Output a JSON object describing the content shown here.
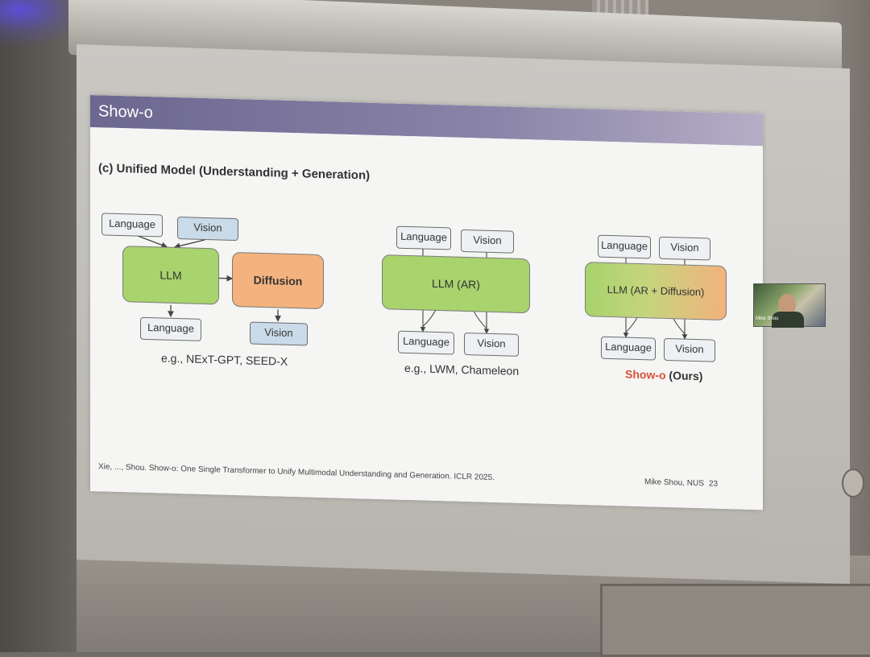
{
  "slide": {
    "title": "Show-o",
    "subtitle": "(c) Unified Model (Understanding + Generation)",
    "diagram1": {
      "language_in": "Language",
      "vision_in": "Vision",
      "llm": "LLM",
      "diffusion": "Diffusion",
      "language_out": "Language",
      "vision_out": "Vision",
      "caption": "e.g., NExT-GPT, SEED-X"
    },
    "diagram2": {
      "language_in": "Language",
      "vision_in": "Vision",
      "model": "LLM (AR)",
      "language_out": "Language",
      "vision_out": "Vision",
      "caption": "e.g., LWM, Chameleon"
    },
    "diagram3": {
      "language_in": "Language",
      "vision_in": "Vision",
      "model": "LLM (AR + Diffusion)",
      "language_out": "Language",
      "vision_out": "Vision",
      "caption_red": "Show-o",
      "caption_rest": " (Ours)"
    },
    "citation": "Xie, ..., Shou. Show-o: One Single Transformer to Unify Multimodal Understanding and Generation. ICLR 2025.",
    "author": "Mike Shou, NUS",
    "page_number": "23"
  },
  "webcam": {
    "participant_label": "Mike Shou"
  },
  "colors": {
    "llm_green": "#a8d36d",
    "diffusion_orange": "#f3b27e",
    "vision_blue": "#c9dbe8",
    "header_purple": "#6c6790",
    "showo_red": "#d9503a"
  }
}
